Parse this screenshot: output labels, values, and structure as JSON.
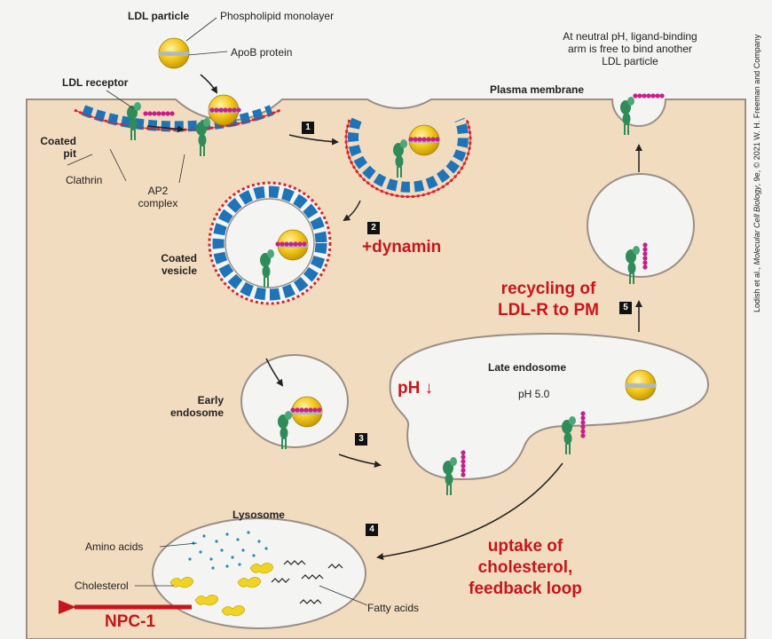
{
  "labels": {
    "ldl_particle": "LDL particle",
    "phospholipid": "Phospholipid monolayer",
    "apob": "ApoB protein",
    "ldl_receptor": "LDL receptor",
    "plasma_membrane": "Plasma membrane",
    "neutral_ph": [
      "At neutral pH, ligand-binding",
      "arm is free to bind another",
      "LDL particle"
    ],
    "coated_pit": [
      "Coated",
      "pit"
    ],
    "clathrin": "Clathrin",
    "ap2": [
      "AP2",
      "complex"
    ],
    "coated_vesicle": [
      "Coated",
      "vesicle"
    ],
    "early_endosome": [
      "Early",
      "endosome"
    ],
    "late_endosome": "Late endosome",
    "ph50": "pH 5.0",
    "lysosome": "Lysosome",
    "amino_acids": "Amino acids",
    "cholesterol": "Cholesterol",
    "fatty_acids": "Fatty acids"
  },
  "annotations": {
    "dynamin": "+dynamin",
    "ph_down": "pH ↓",
    "recycling": [
      "recycling of",
      "LDL-R to PM"
    ],
    "uptake": [
      "uptake of",
      "cholesterol,",
      "feedback loop"
    ],
    "npc1": "NPC-1"
  },
  "steps": [
    "1",
    "2",
    "3",
    "4",
    "5"
  ],
  "credit": {
    "prefix": "Lodish et al., ",
    "title": "Molecular Cell Biology",
    "suffix": ", 9e, © 2021 W. H. Freeman and Company"
  },
  "colors": {
    "cytoplasm": "#f2dcbf",
    "clathrin": "#d8232a",
    "ap2": "#1f74b8",
    "ldl_gold": "#f0c419",
    "receptor_green": "#2f8c58",
    "receptor_arm": "#c7208c",
    "annotation_red": "#c8151b"
  }
}
